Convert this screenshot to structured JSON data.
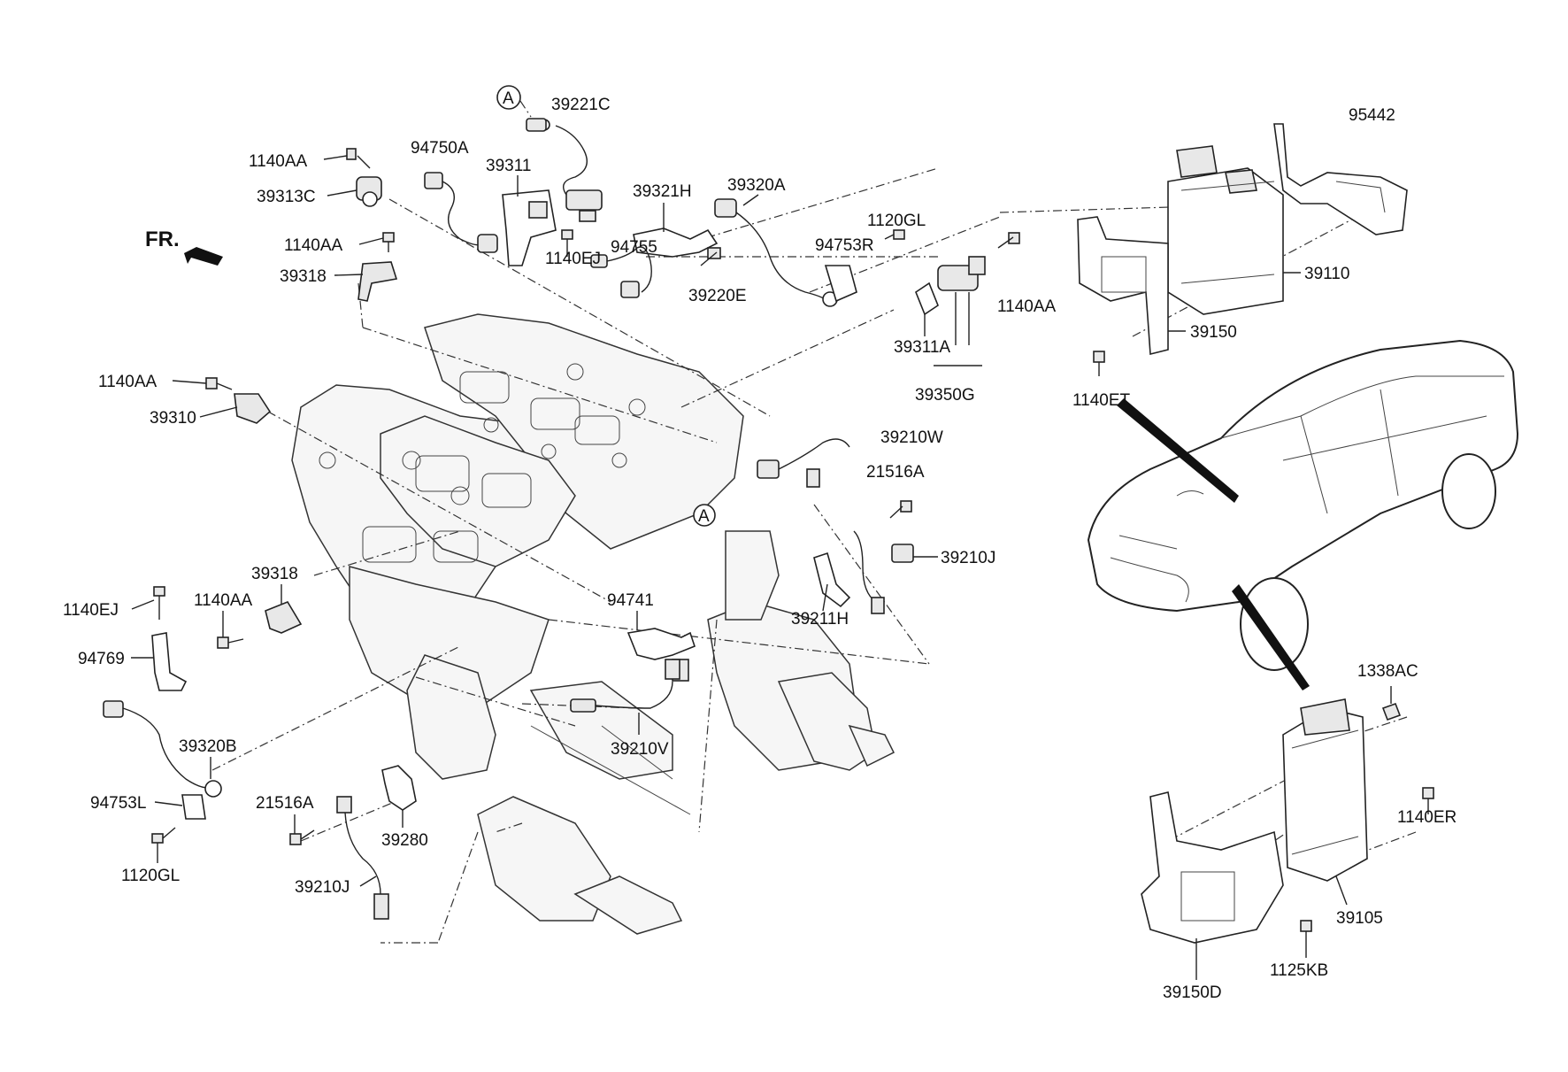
{
  "diagram": {
    "direction_label": "FR.",
    "ref_marker": "A",
    "labels": {
      "p39221C": "39221C",
      "p1140AA_a": "1140AA",
      "p94750A": "94750A",
      "p39311": "39311",
      "p39313C": "39313C",
      "p1140AA_b": "1140AA",
      "p39318_a": "39318",
      "p1140EJ_a": "1140EJ",
      "p39321H": "39321H",
      "p39320A": "39320A",
      "p1120GL_a": "1120GL",
      "p94753R": "94753R",
      "p94755": "94755",
      "p39220E": "39220E",
      "p1140AA_c": "1140AA",
      "p39311A": "39311A",
      "p39350G": "39350G",
      "p1140AA_d": "1140AA",
      "p39310": "39310",
      "p39210W": "39210W",
      "p21516A_a": "21516A",
      "p39210J_a": "39210J",
      "p39211H": "39211H",
      "p94741": "94741",
      "p39318_b": "39318",
      "p1140EJ_b": "1140EJ",
      "p1140AA_e": "1140AA",
      "p94769": "94769",
      "p39320B": "39320B",
      "p94753L": "94753L",
      "p1120GL_b": "1120GL",
      "p21516A_b": "21516A",
      "p39280": "39280",
      "p39210J_b": "39210J",
      "p39210V": "39210V",
      "p95442": "95442",
      "p39110": "39110",
      "p39150": "39150",
      "p1140ET": "1140ET",
      "p1338AC": "1338AC",
      "p1140ER": "1140ER",
      "p39105": "39105",
      "p1125KB": "1125KB",
      "p39150D": "39150D"
    }
  }
}
